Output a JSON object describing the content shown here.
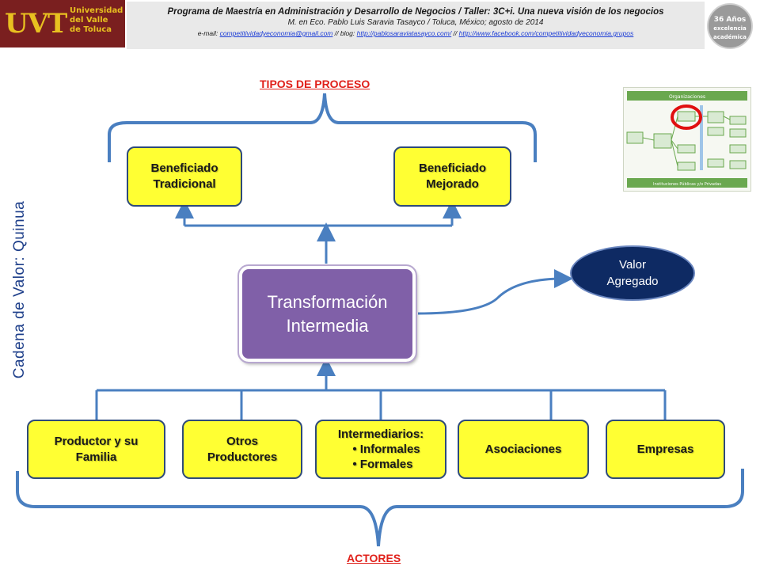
{
  "header": {
    "logo_mark": "UVT",
    "logo_name_lines": [
      "Universidad",
      "del Valle",
      "de Toluca"
    ],
    "line1": "Programa de Maestría en Administración y Desarrollo de Negocios / Taller: 3C+i. Una nueva visión de los negocios",
    "line2": "M. en Eco. Pablo Luis Saravia Tasayco / Toluca, México; agosto de 2014",
    "line3_prefix": "e-mail: ",
    "email": "competitividadyeconomia@gmail.com",
    "blog_sep": " // blog: ",
    "blog": "http://pablosaraviatasayco.com/",
    "fb_sep": " // ",
    "facebook": "http://www.facebook.com/competitividadyeconomia.grupos",
    "badge_lines": [
      "36 Años",
      "excelencia",
      "académica"
    ]
  },
  "diagram": {
    "vertical_title": "Cadena de Valor: Quinua",
    "top_label": "TIPOS DE PROCESO",
    "bottom_label": "ACTORES",
    "outputs": [
      {
        "lines": [
          "Beneficiado",
          "Tradicional"
        ]
      },
      {
        "lines": [
          "Beneficiado",
          "Mejorado"
        ]
      }
    ],
    "center": {
      "lines": [
        "Transformación",
        "Intermedia"
      ]
    },
    "valor": {
      "lines": [
        "Valor",
        "Agregado"
      ]
    },
    "actors": {
      "productor": [
        "Productor y su",
        "Familia"
      ],
      "otros": [
        "Otros",
        "Productores"
      ],
      "intermediarios_title": "Intermediarios:",
      "intermediarios_items": [
        "Informales",
        "Formales"
      ],
      "asociaciones": "Asociaciones",
      "empresas": "Empresas"
    }
  },
  "thumbnail": {
    "top_bar": "Organizaciones",
    "bottom_bar": "Instituciones Públicas y/o Privadas"
  },
  "colors": {
    "box_fill": "#ffff33",
    "box_border": "#2e4a7a",
    "connector": "#4a7fc0",
    "center_fill": "#8060a8",
    "valor_fill": "#0e2a63",
    "label_red": "#e0201a"
  }
}
